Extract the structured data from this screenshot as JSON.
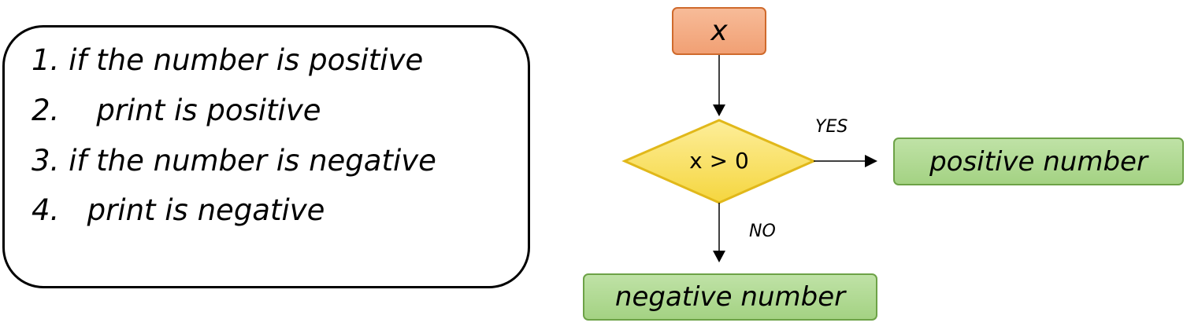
{
  "algorithm": {
    "lines": [
      "1. if the number is positive",
      "2.    print is positive",
      "3. if the number is negative",
      "4.   print is negative"
    ]
  },
  "flowchart": {
    "start": "x",
    "decision": "x > 0",
    "yes_label": "YES",
    "no_label": "NO",
    "yes_output": "positive number",
    "no_output": "negative number"
  },
  "colors": {
    "start_fill": "#f4ae86",
    "start_border": "#cf6a2c",
    "decision_fill": "#fbe265",
    "decision_border": "#e1b81a",
    "output_fill": "#b2db96",
    "output_border": "#6da247"
  }
}
